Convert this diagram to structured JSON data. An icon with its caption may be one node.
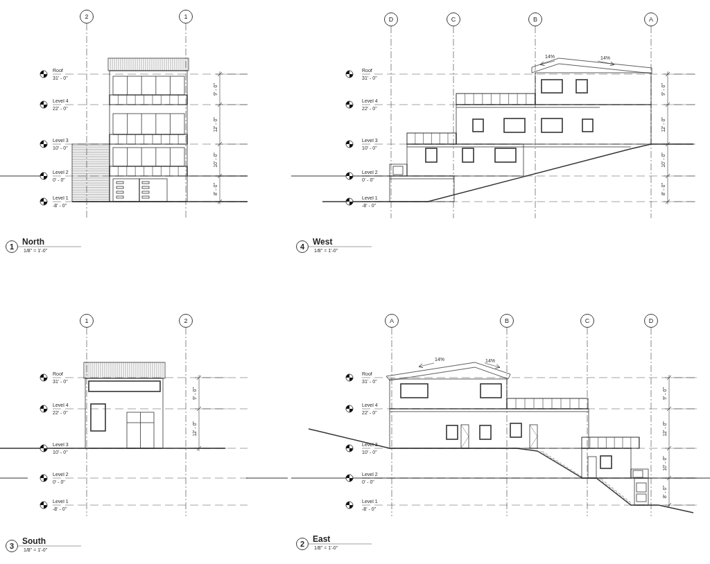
{
  "diagram": {
    "nodes": [
      {
        "text": [
          "2"
        ]
      },
      {
        "text": [
          "1"
        ]
      },
      {
        "text": [
          "D"
        ]
      },
      {
        "text": [
          "C"
        ]
      },
      {
        "text": [
          "B"
        ]
      },
      {
        "text": [
          "A"
        ]
      },
      {
        "text": [
          "1"
        ],
        "beside": [
          "North",
          "1/8\" = 1'-0\""
        ]
      },
      {
        "text": [
          "4"
        ],
        "beside": [
          "West",
          "1/8\" = 1'-0\""
        ]
      },
      {
        "text": [
          "1"
        ]
      },
      {
        "text": [
          "2"
        ]
      },
      {
        "text": [
          "A"
        ]
      },
      {
        "text": [
          "B"
        ]
      },
      {
        "text": [
          "C"
        ]
      },
      {
        "text": [
          "D"
        ]
      },
      {
        "text": [
          "3"
        ],
        "beside": [
          "South",
          "1/8\" = 1'-0\""
        ]
      },
      {
        "text": [
          "2"
        ],
        "beside": [
          "East",
          "1/8\" = 1'-0\""
        ]
      }
    ],
    "labels": [
      "Roof",
      "31' - 0\"",
      "Level 4",
      "22' - 0\"",
      "Level 3",
      "10' - 0\"",
      "Level 2",
      "0' - 0\"",
      "Level 1",
      "-8' - 0\"",
      "9' - 0\"",
      "12' - 0\"",
      "10' - 0\"",
      "8' - 0\"",
      "14%",
      "14%",
      "Roof",
      "31' - 0\"",
      "Level 4",
      "22' - 0\"",
      "Level 3",
      "10' - 0\"",
      "Level 2",
      "0' - 0\"",
      "Level 1",
      "-8' - 0\"",
      "9' - 0\"",
      "12' - 0\"",
      "10' - 0\"",
      "8' - 0\"",
      "Roof",
      "31' - 0\"",
      "Level 4",
      "22' - 0\"",
      "Level 3",
      "10' - 0\"",
      "Level 2",
      "0' - 0\"",
      "Level 1",
      "-8' - 0\"",
      "9' - 0\"",
      "12' - 0\"",
      "14%",
      "14%",
      "Roof",
      "31' - 0\"",
      "Level 4",
      "22' - 0\"",
      "Level 3",
      "10' - 0\"",
      "Level 2",
      "0' - 0\"",
      "Level 1",
      "-8' - 0\"",
      "9' - 0\"",
      "12' - 0\"",
      "10' - 0\"",
      "8' - 0\""
    ]
  }
}
